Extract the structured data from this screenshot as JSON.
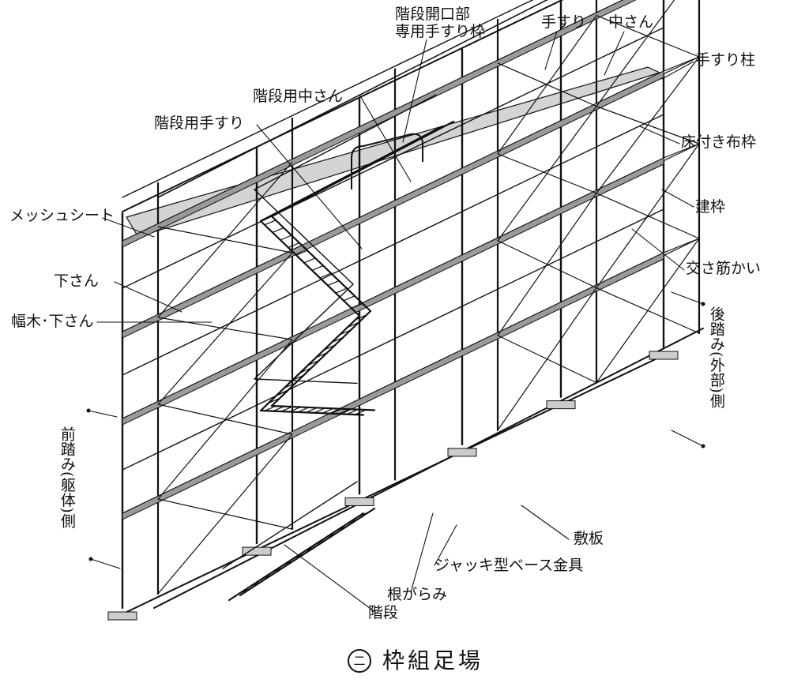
{
  "title": "枠組足場",
  "caption_mark": "二",
  "labels": {
    "stair_opening_rail": "階段開口部\n専用手すり枠",
    "handrail": "手すり",
    "mid_rail": "中さん",
    "handrail_post": "手すり柱",
    "stair_mid_rail": "階段用中さん",
    "stair_handrail": "階段用手すり",
    "deck_frame": "床付き布枠",
    "main_frame": "建枠",
    "mesh_sheet": "メッシュシート",
    "cross_brace": "交さ筋かい",
    "lower_rail": "下さん",
    "toeboard": "幅木･下さん",
    "back_side": "後踏み(外部)側",
    "front_side": "前踏み(躯体)側",
    "sill_plate": "敷板",
    "jack_base": "ジャッキ型ベース金具",
    "ground_tie": "根がらみ",
    "stairs": "階段"
  },
  "colors": {
    "line": "#111111",
    "board": "#9a9a9a",
    "mesh": "#d4d4d4"
  }
}
